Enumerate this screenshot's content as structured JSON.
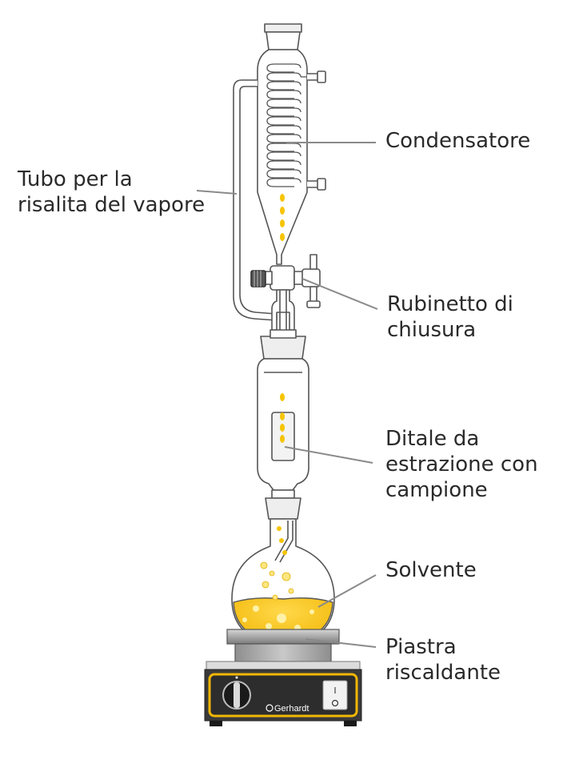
{
  "labels": {
    "condenser": [
      "Condensatore"
    ],
    "vapour_tube": [
      "Tubo per la",
      "risalita del vapore"
    ],
    "stopcock": [
      "Rubinetto di",
      "chiusura"
    ],
    "thimble": [
      "Ditale da",
      "estrazione con",
      "campione"
    ],
    "solvent": [
      "Solvente"
    ],
    "hotplate": [
      "Piastra",
      "riscaldante"
    ]
  },
  "brand": "Gerhardt",
  "switch_marks": [
    "I",
    "O"
  ],
  "colors": {
    "solvent": "#f6c400",
    "glass_outline": "#555555",
    "leader_line": "#8a8a8a",
    "hotplate_body": "#3a3a3a",
    "hotplate_trim": "#f2b705"
  }
}
